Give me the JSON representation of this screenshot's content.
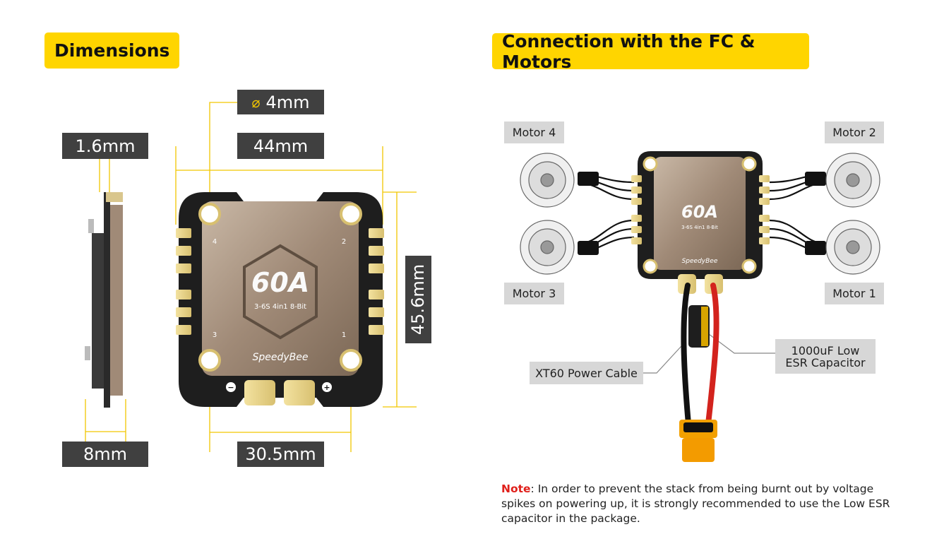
{
  "sections": {
    "dimensions_title": "Dimensions",
    "connection_title": "Connection with the FC & Motors"
  },
  "dimensions": {
    "hole_diameter": "4mm",
    "thickness": "1.6mm",
    "width": "44mm",
    "height": "45.6mm",
    "side_depth": "8mm",
    "mount_spacing": "30.5mm"
  },
  "board": {
    "rating": "60A",
    "spec": "3-6S 4in1 8-Bit",
    "brand": "SpeedyBee",
    "corner_numbers": [
      "4",
      "2",
      "3",
      "1"
    ],
    "polarity_minus": "−",
    "polarity_plus": "+"
  },
  "connection": {
    "motor4": "Motor 4",
    "motor2": "Motor 2",
    "motor3": "Motor 3",
    "motor1": "Motor 1",
    "capacitor": "1000uF Low ESR Capacitor",
    "power_cable": "XT60 Power Cable"
  },
  "note": {
    "label": "Note",
    "text": ": In order to prevent the stack from being burnt out by voltage spikes on powering up, it is strongly recommended to use the Low ESR capacitor in the package."
  },
  "colors": {
    "accent": "#ffd500",
    "label_dark": "#404040",
    "label_light": "#d7d7d7",
    "dimension_line": "#f2c600",
    "note_red": "#e0201b"
  }
}
